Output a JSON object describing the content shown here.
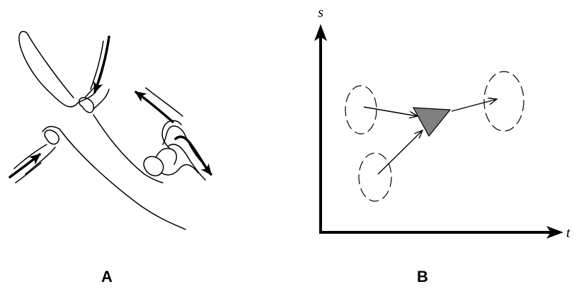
{
  "panels": [
    {
      "label": "A"
    },
    {
      "label": "B"
    }
  ],
  "axes": {
    "y_label": "s",
    "x_label": "t"
  },
  "colors": {
    "ink": "#000000",
    "triangle_fill": "#808080",
    "background": "#ffffff"
  }
}
